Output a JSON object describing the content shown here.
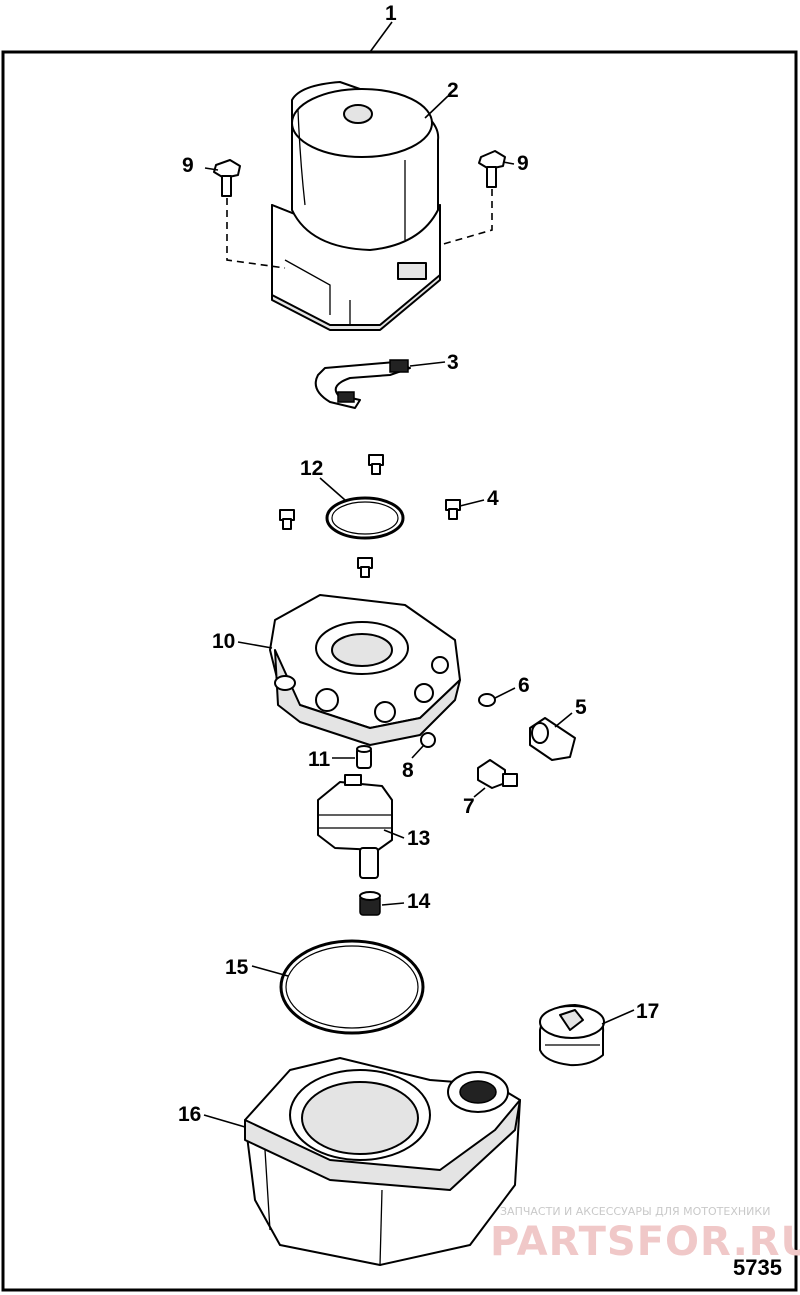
{
  "diagram": {
    "callouts": [
      "1",
      "2",
      "3",
      "4",
      "5",
      "6",
      "7",
      "8",
      "9",
      "9",
      "10",
      "11",
      "12",
      "13",
      "14",
      "15",
      "16",
      "17"
    ],
    "figure_number": "5735"
  },
  "watermark": {
    "tagline": "ЗАПЧАСТИ И АКСЕССУАРЫ ДЛЯ МОТОТЕХНИКИ",
    "logo_text": "PARTSFOR.RU"
  }
}
